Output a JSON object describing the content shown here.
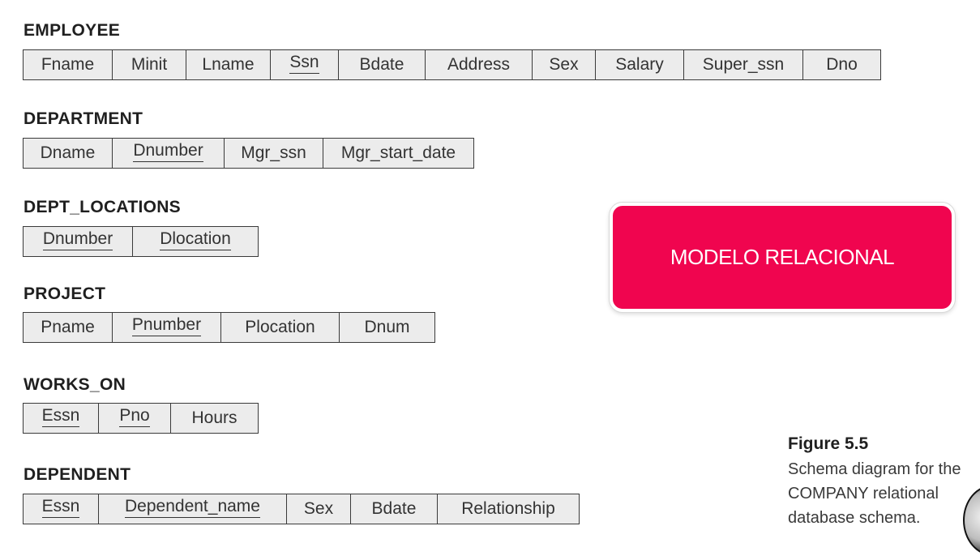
{
  "relations": [
    {
      "name": "EMPLOYEE",
      "attributes": [
        {
          "label": "Fname",
          "pk": false
        },
        {
          "label": "Minit",
          "pk": false
        },
        {
          "label": "Lname",
          "pk": false
        },
        {
          "label": "Ssn",
          "pk": true
        },
        {
          "label": "Bdate",
          "pk": false
        },
        {
          "label": "Address",
          "pk": false
        },
        {
          "label": "Sex",
          "pk": false
        },
        {
          "label": "Salary",
          "pk": false
        },
        {
          "label": "Super_ssn",
          "pk": false
        },
        {
          "label": "Dno",
          "pk": false
        }
      ]
    },
    {
      "name": "DEPARTMENT",
      "attributes": [
        {
          "label": "Dname",
          "pk": false
        },
        {
          "label": "Dnumber",
          "pk": true
        },
        {
          "label": "Mgr_ssn",
          "pk": false
        },
        {
          "label": "Mgr_start_date",
          "pk": false
        }
      ]
    },
    {
      "name": "DEPT_LOCATIONS",
      "attributes": [
        {
          "label": "Dnumber",
          "pk": true
        },
        {
          "label": "Dlocation",
          "pk": true
        }
      ]
    },
    {
      "name": "PROJECT",
      "attributes": [
        {
          "label": "Pname",
          "pk": false
        },
        {
          "label": "Pnumber",
          "pk": true
        },
        {
          "label": "Plocation",
          "pk": false
        },
        {
          "label": "Dnum",
          "pk": false
        }
      ]
    },
    {
      "name": "WORKS_ON",
      "attributes": [
        {
          "label": "Essn",
          "pk": true
        },
        {
          "label": "Pno",
          "pk": true
        },
        {
          "label": "Hours",
          "pk": false
        }
      ]
    },
    {
      "name": "DEPENDENT",
      "attributes": [
        {
          "label": "Essn",
          "pk": true
        },
        {
          "label": "Dependent_name",
          "pk": true
        },
        {
          "label": "Sex",
          "pk": false
        },
        {
          "label": "Bdate",
          "pk": false
        },
        {
          "label": "Relationship",
          "pk": false
        }
      ]
    }
  ],
  "banner": {
    "label": "MODELO RELACIONAL",
    "color": "#f0054f"
  },
  "caption": {
    "title": "Figure 5.5",
    "lines": [
      "Schema diagram for the",
      "COMPANY relational",
      "database schema."
    ]
  }
}
